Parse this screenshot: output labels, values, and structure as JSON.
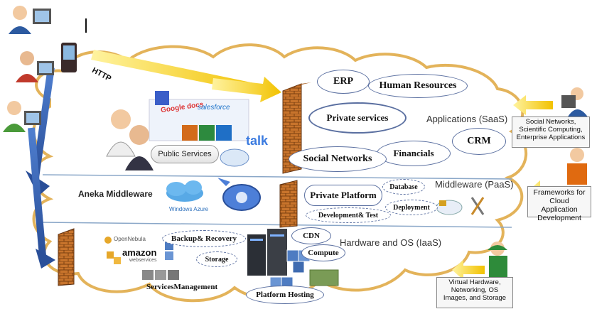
{
  "arrow_label": "HTTP",
  "layers": {
    "saas": "Applications (SaaS)",
    "paas": "Middleware (PaaS)",
    "iaas": "Hardware and OS (IaaS)"
  },
  "saas_items": {
    "erp": "ERP",
    "hr": "Human Resources",
    "private_services": "Private services",
    "crm": "CRM",
    "social_networks": "Social Networks",
    "financials": "Financials",
    "public_services": "Public Services"
  },
  "paas_items": {
    "aneka": "Aneka Middleware",
    "azure": "Windows Azure",
    "private_platform": "Private Platform",
    "database": "Database",
    "deployment": "Deployment",
    "dev_test": "Development& Test"
  },
  "iaas_items": {
    "opennebula": "OpenNebula",
    "amazon": "amazon",
    "amazon_sub": "webservices",
    "backup": "Backup& Recovery",
    "storage": "Storage",
    "services_mgmt": "ServicesManagement",
    "cdn": "CDN",
    "compute": "Compute",
    "platform_hosting": "Platform Hosting"
  },
  "logos": {
    "google_docs": "Google docs",
    "salesforce": "salesforce",
    "talk": "talk"
  },
  "side_callouts": {
    "saas": "Social Networks, Scientific Computing, Enterprise Applications",
    "paas": "Frameworks for Cloud Application Development",
    "iaas": "Virtual Hardware, Networking, OS Images, and Storage"
  }
}
